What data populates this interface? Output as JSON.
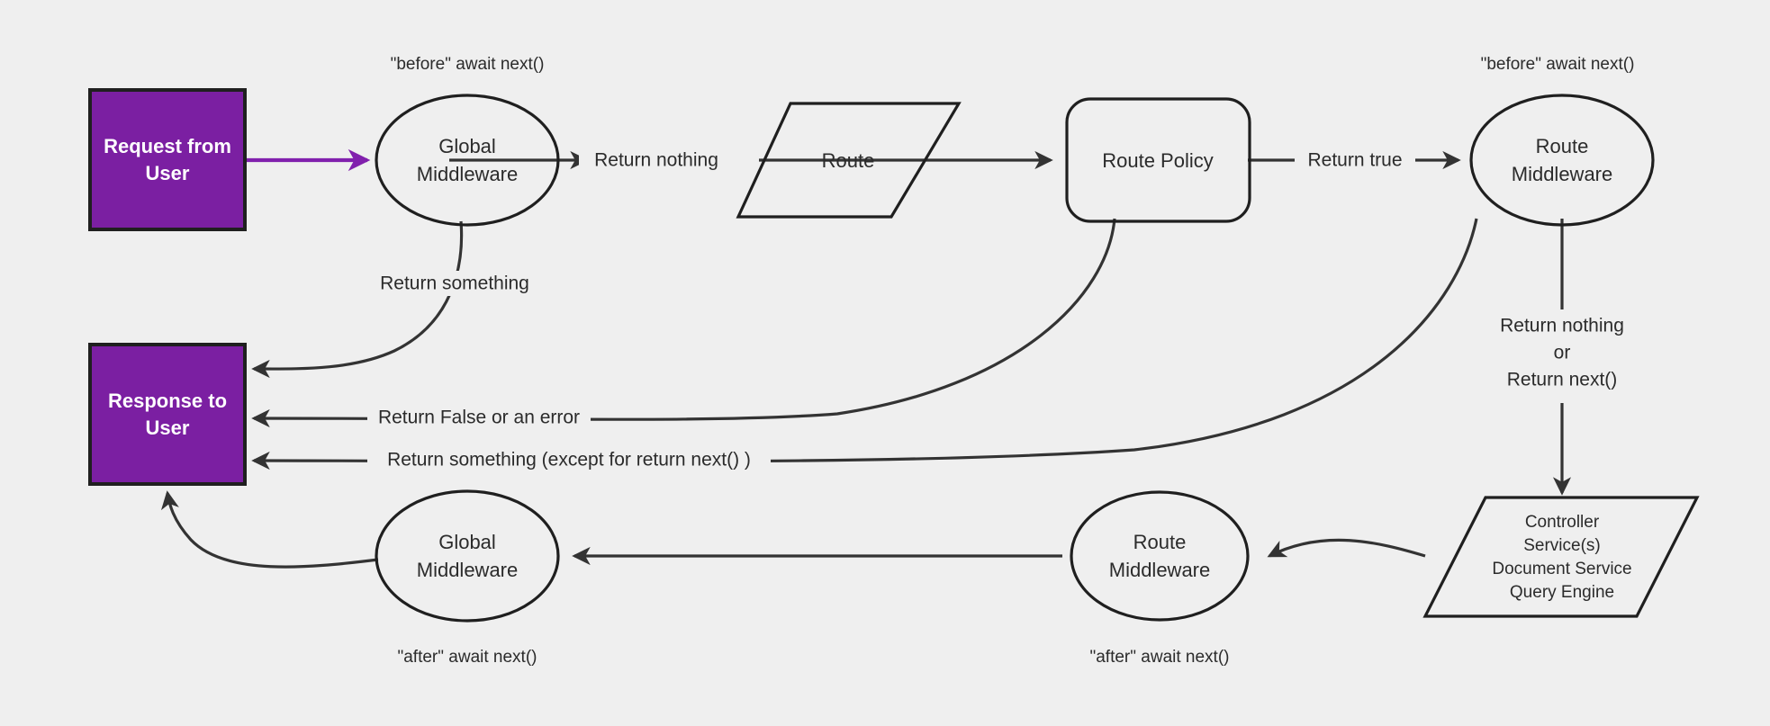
{
  "diagram": {
    "title": "Request lifecycle middleware flow",
    "background_color": "#efefef",
    "accent_color": "#7b1fa2",
    "stroke_color": "#1f1f1f",
    "arrow_color": "#333333",
    "purple_arrow_color": "#8120ad"
  },
  "nodes": {
    "request_box": {
      "line1": "Request from",
      "line2": "User"
    },
    "response_box": {
      "line1": "Response to",
      "line2": "User"
    },
    "global_mw_top": {
      "line1": "Global",
      "line2": "Middleware"
    },
    "route": {
      "line1": "Route"
    },
    "route_policy": {
      "line1": "Route Policy"
    },
    "route_mw_top": {
      "line1": "Route",
      "line2": "Middleware"
    },
    "controller": {
      "line1": "Controller",
      "line2": "Service(s)",
      "line3": "Document Service",
      "line4": "Query Engine"
    },
    "route_mw_bottom": {
      "line1": "Route",
      "line2": "Middleware"
    },
    "global_mw_bottom": {
      "line1": "Global",
      "line2": "Middleware"
    }
  },
  "annotations": {
    "before_global": "\"before\" await next()",
    "before_route_mw": "\"before\" await next()",
    "after_global": "\"after\" await next()",
    "after_route_mw": "\"after\" await next()"
  },
  "edge_labels": {
    "return_something_top": "Return something",
    "return_nothing": "Return nothing",
    "return_true": "Return true",
    "return_false_or_error": "Return False or an error",
    "return_something_except": "Return something (except for return next() )",
    "return_nothing_or_next_1": "Return nothing",
    "return_nothing_or_next_2": "or",
    "return_nothing_or_next_3": "Return next()"
  }
}
